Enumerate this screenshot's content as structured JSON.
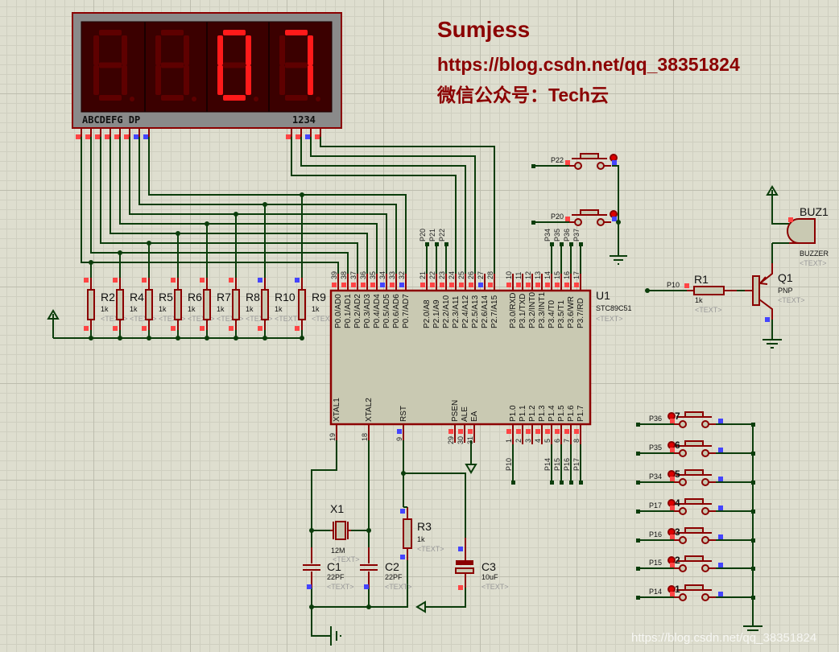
{
  "watermark": {
    "author": "Sumjess",
    "url": "https://blog.csdn.net/qq_38351824",
    "wechat": "微信公众号：Tech云",
    "bottom_url": "https://blog.csdn.net/qq_38351824"
  },
  "display": {
    "segment_label": "ABCDEFG DP",
    "digit_label": "1234",
    "digits": [
      "",
      "",
      "0",
      "7"
    ],
    "on_color": "#ff1a1a",
    "off_color": "#5e0000"
  },
  "resistor_array": [
    {
      "ref": "R2",
      "value": "1k",
      "text": "<TEXT>"
    },
    {
      "ref": "R4",
      "value": "1k",
      "text": "<TEXT>"
    },
    {
      "ref": "R5",
      "value": "1k",
      "text": "<TEXT>"
    },
    {
      "ref": "R6",
      "value": "1k",
      "text": "<TEXT>"
    },
    {
      "ref": "R7",
      "value": "1k",
      "text": "<TEXT>"
    },
    {
      "ref": "R8",
      "value": "1k",
      "text": "<TEXT>"
    },
    {
      "ref": "R10",
      "value": "1k",
      "text": "<TEXT>"
    },
    {
      "ref": "R9",
      "value": "1k",
      "text": "<TEXT>"
    }
  ],
  "mcu": {
    "ref": "U1",
    "part": "STC89C51",
    "text": "<TEXT>",
    "top_pins_p0": [
      {
        "num": "39",
        "name": "P0.0/AD0"
      },
      {
        "num": "38",
        "name": "P0.1/AD1"
      },
      {
        "num": "37",
        "name": "P0.2/AD2"
      },
      {
        "num": "36",
        "name": "P0.3/AD3"
      },
      {
        "num": "35",
        "name": "P0.4/AD4"
      },
      {
        "num": "34",
        "name": "P0.5/AD5"
      },
      {
        "num": "33",
        "name": "P0.6/AD6"
      },
      {
        "num": "32",
        "name": "P0.7/AD7"
      }
    ],
    "top_pins_p2": [
      {
        "num": "21",
        "name": "P2.0/A8"
      },
      {
        "num": "22",
        "name": "P2.1/A9"
      },
      {
        "num": "23",
        "name": "P2.2/A10"
      },
      {
        "num": "24",
        "name": "P2.3/A11"
      },
      {
        "num": "25",
        "name": "P2.4/A12"
      },
      {
        "num": "26",
        "name": "P2.5/A13"
      },
      {
        "num": "27",
        "name": "P2.6/A14"
      },
      {
        "num": "28",
        "name": "P2.7/A15"
      }
    ],
    "top_pins_p3": [
      {
        "num": "10",
        "name": "P3.0/RXD"
      },
      {
        "num": "11",
        "name": "P3.1/TXD"
      },
      {
        "num": "12",
        "name": "P3.2/INT0"
      },
      {
        "num": "13",
        "name": "P3.3/INT1"
      },
      {
        "num": "14",
        "name": "P3.4/T0"
      },
      {
        "num": "15",
        "name": "P3.5/T1"
      },
      {
        "num": "16",
        "name": "P3.6/WR"
      },
      {
        "num": "17",
        "name": "P3.7/RD"
      }
    ],
    "bottom_pins_left": [
      {
        "num": "19",
        "name": "XTAL1"
      },
      {
        "num": "18",
        "name": "XTAL2"
      },
      {
        "num": "9",
        "name": "RST"
      },
      {
        "num": "29",
        "name": "PSEN"
      },
      {
        "num": "30",
        "name": "ALE"
      },
      {
        "num": "31",
        "name": "EA"
      }
    ],
    "bottom_pins_p1": [
      {
        "num": "1",
        "name": "P1.0"
      },
      {
        "num": "2",
        "name": "P1.1"
      },
      {
        "num": "3",
        "name": "P1.2"
      },
      {
        "num": "4",
        "name": "P1.3"
      },
      {
        "num": "5",
        "name": "P1.4"
      },
      {
        "num": "6",
        "name": "P1.5"
      },
      {
        "num": "7",
        "name": "P1.6"
      },
      {
        "num": "8",
        "name": "P1.7"
      }
    ],
    "p2_net_labels": [
      "P20",
      "P21",
      "P22"
    ],
    "p3_net_labels": [
      "P34",
      "P35",
      "P36",
      "P37"
    ],
    "p1_net_labels": [
      "P10",
      "P14",
      "P15",
      "P16",
      "P17"
    ]
  },
  "crystal": {
    "ref": "X1",
    "value": "12M",
    "text": "<TEXT>"
  },
  "caps": [
    {
      "ref": "C1",
      "value": "22PF",
      "text": "<TEXT>"
    },
    {
      "ref": "C2",
      "value": "22PF",
      "text": "<TEXT>"
    },
    {
      "ref": "C3",
      "value": "10uF",
      "text": "<TEXT>"
    }
  ],
  "reset_resistor": {
    "ref": "R3",
    "value": "1k",
    "text": "<TEXT>"
  },
  "buzzer_stage": {
    "buzzer": {
      "ref": "BUZ1",
      "value": "BUZZER",
      "text": "<TEXT>"
    },
    "transistor": {
      "ref": "Q1",
      "value": "PNP",
      "text": "<TEXT>"
    },
    "resistor": {
      "ref": "R1",
      "value": "1k",
      "text": "<TEXT>"
    },
    "net_label": "P10"
  },
  "top_buttons": [
    {
      "net": "P22"
    },
    {
      "net": "P20"
    }
  ],
  "keypad": [
    {
      "num": "7",
      "net": "P36"
    },
    {
      "num": "6",
      "net": "P35"
    },
    {
      "num": "5",
      "net": "P34"
    },
    {
      "num": "4",
      "net": "P17"
    },
    {
      "num": "3",
      "net": "P16"
    },
    {
      "num": "2",
      "net": "P15"
    },
    {
      "num": "1",
      "net": "P14"
    }
  ]
}
